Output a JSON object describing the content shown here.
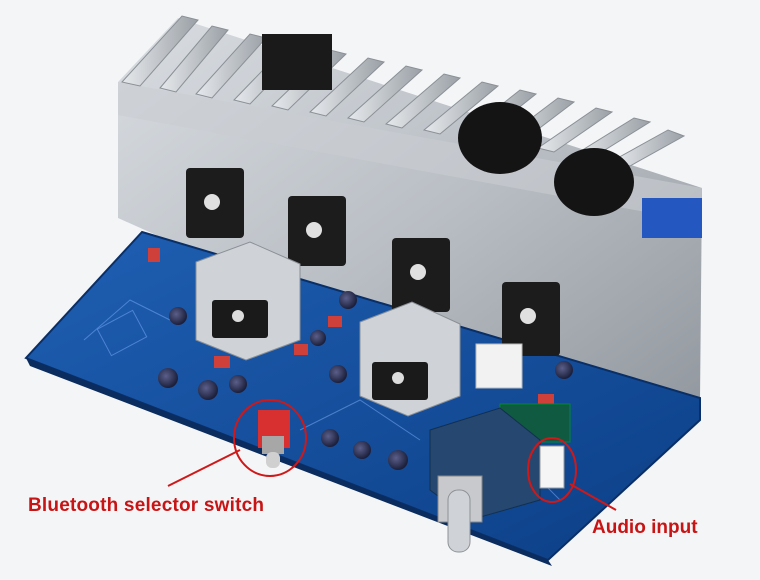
{
  "photo": {
    "subject": "audio-amplifier-board",
    "background_color": "#f4f5f7",
    "annotation_color": "#c81414"
  },
  "callouts": {
    "bluetooth_switch": "Bluetooth selector switch",
    "audio_input": "Audio input"
  }
}
